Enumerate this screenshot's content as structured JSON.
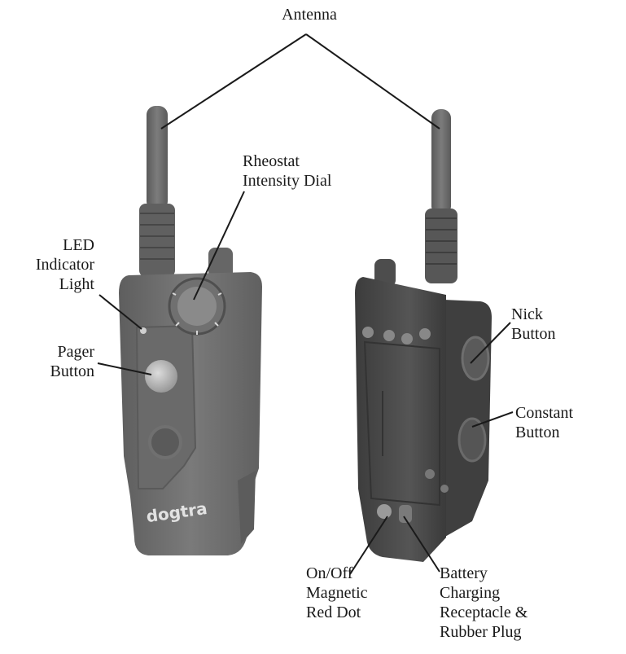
{
  "labels": {
    "antenna": [
      "Antenna"
    ],
    "rheostat": [
      "Rheostat",
      "Intensity Dial"
    ],
    "led": [
      "LED",
      "Indicator",
      "Light"
    ],
    "pager": [
      "Pager",
      "Button"
    ],
    "nick": [
      "Nick",
      "Button"
    ],
    "constant": [
      "Constant",
      "Button"
    ],
    "onoff": [
      "On/Off",
      "Magnetic",
      "Red Dot"
    ],
    "battery": [
      "Battery",
      "Charging",
      "Receptacle &",
      "Rubber Plug"
    ]
  },
  "brand": "dogtra",
  "colors": {
    "body_front": "#6f6f6f",
    "body_back": "#4a4a4a",
    "line": "#1a1a1a"
  }
}
